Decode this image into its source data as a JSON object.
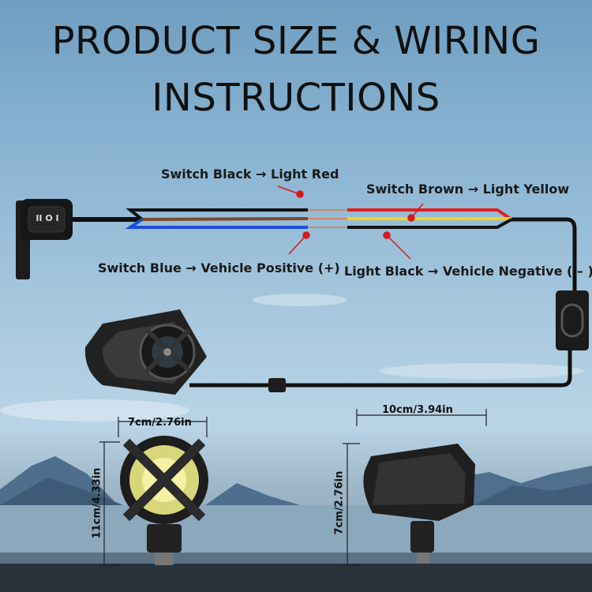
{
  "title": {
    "line1": "PRODUCT SIZE & WIRING",
    "line2": "INSTRUCTIONS"
  },
  "labels": {
    "switch_black": "Switch Black → Light Red",
    "switch_brown": "Switch Brown → Light Yellow",
    "switch_blue": "Switch Blue → Vehicle Positive (+)",
    "light_black": "Light Black → Vehicle Negative ( – )"
  },
  "dimensions": {
    "front_width": "7cm/2.76in",
    "front_height": "11cm/4.33in",
    "side_length": "10cm/3.94in",
    "side_height": "7cm/2.76in"
  },
  "switch_symbol": "II O I",
  "colors": {
    "red_wire": "#e02020",
    "yellow_wire": "#f5d21a",
    "blue_wire": "#1f4fd8",
    "brown_wire": "#7a4a2a",
    "pointer": "#d61a1a"
  }
}
